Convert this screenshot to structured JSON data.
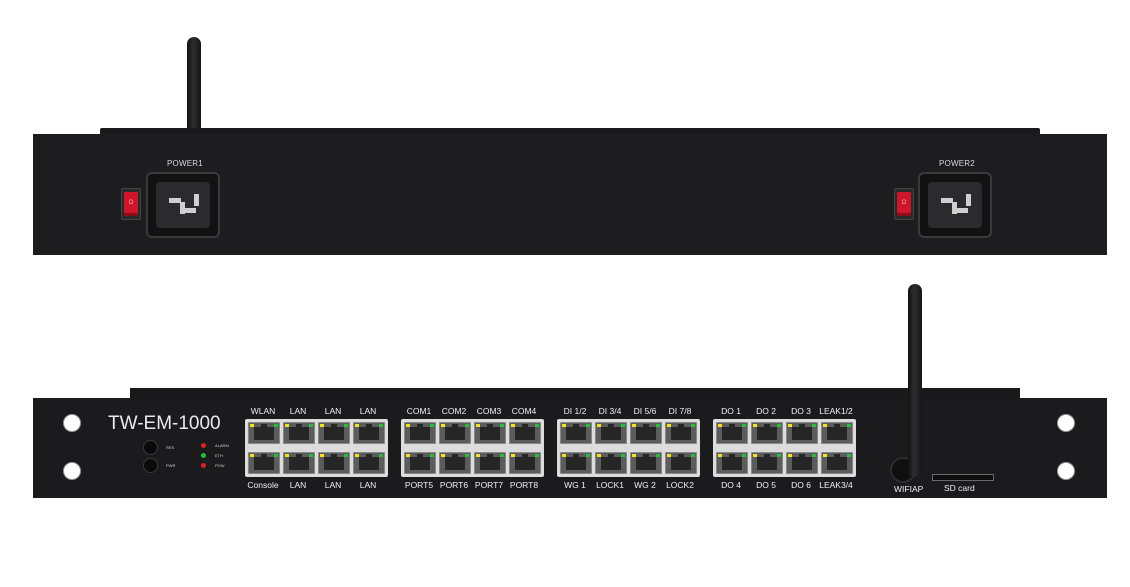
{
  "rear_panel": {
    "power1_label": "POWER1",
    "power2_label": "POWER2",
    "switch_symbol": "O"
  },
  "front_panel": {
    "model": "TW-EM-1000",
    "button_labels": [
      "RES",
      "PWR"
    ],
    "led_labels": [
      "ALARM",
      "ETH",
      "POW"
    ],
    "led_colors": [
      "#e02020",
      "#21c03a",
      "#e02020"
    ],
    "groups": [
      {
        "top": [
          "WLAN",
          "LAN",
          "LAN",
          "LAN"
        ],
        "bottom": [
          "Console",
          "LAN",
          "LAN",
          "LAN"
        ]
      },
      {
        "top": [
          "COM1",
          "COM2",
          "COM3",
          "COM4"
        ],
        "bottom": [
          "PORT5",
          "PORT6",
          "PORT7",
          "PORT8"
        ]
      },
      {
        "top": [
          "DI 1/2",
          "DI 3/4",
          "DI 5/6",
          "DI 7/8"
        ],
        "bottom": [
          "WG 1",
          "LOCK1",
          "WG 2",
          "LOCK2"
        ]
      },
      {
        "top": [
          "DO 1",
          "DO 2",
          "DO 3",
          "LEAK1/2"
        ],
        "bottom": [
          "DO 4",
          "DO 5",
          "DO 6",
          "LEAK3/4"
        ]
      }
    ],
    "wifi_ap_label": "WIFIAP",
    "sd_label": "SD card"
  },
  "icons": [
    "rocker-switch-icon",
    "iec-power-inlet-icon",
    "antenna-icon",
    "rj45-port-icon",
    "mounting-hole-icon",
    "status-led-icon"
  ]
}
